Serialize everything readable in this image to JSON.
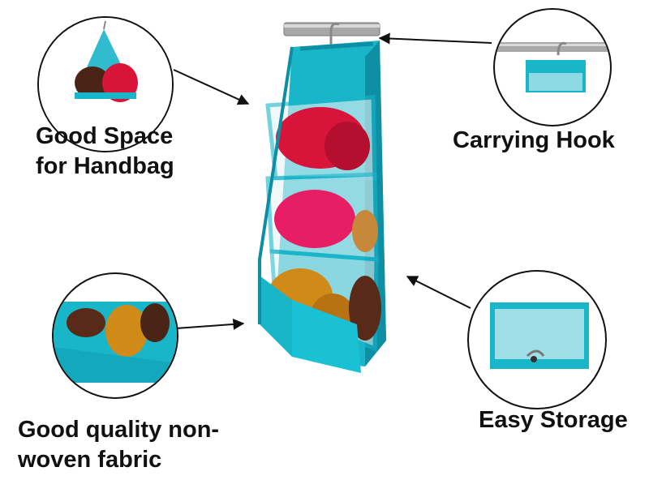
{
  "labels": {
    "handbag_line1": "Good Space",
    "handbag_line2": "for Handbag",
    "hook": "Carrying Hook",
    "fabric_line1": "Good quality non-",
    "fabric_line2": "woven fabric",
    "storage": "Easy Storage"
  },
  "colors": {
    "fabric": "#19b5c9",
    "fabric_dark": "#0f8fa4",
    "bag_red": "#d9143a",
    "bag_pink": "#e81e64",
    "bag_mustard": "#d08a18",
    "bag_brown": "#5a2a18",
    "rail": "#9a9a9a"
  }
}
